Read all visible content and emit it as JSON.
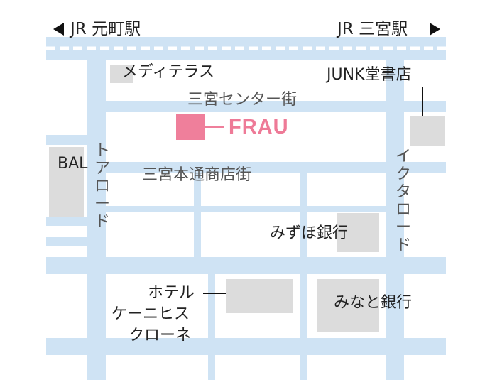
{
  "stations": {
    "left": "JR 元町駅",
    "right": "JR 三宮駅"
  },
  "streets": {
    "center": "三宮センター街",
    "honto": "三宮本通商店街",
    "tor_road": "トアロード",
    "ikuta_road": "イクタロード"
  },
  "places": {
    "mediterrace": "メディテラス",
    "junk": "JUNK堂書店",
    "bal": "BAL",
    "mizuho": "みずほ銀行",
    "minato": "みなと銀行",
    "hotel": [
      "ホテル",
      "ケーニヒス",
      "クローネ"
    ]
  },
  "shop": {
    "name": "FRAU",
    "color": "#ef7f9b"
  },
  "colors": {
    "road": "#cfe3f4",
    "rail_dash": "#ffffff",
    "building": "#dcdcdc",
    "text": "#222222"
  }
}
